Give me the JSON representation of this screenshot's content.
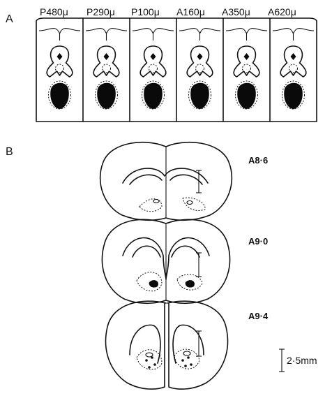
{
  "panel_a": {
    "label": "A",
    "sections": [
      {
        "label": "P480μ"
      },
      {
        "label": "P290μ"
      },
      {
        "label": "P100μ"
      },
      {
        "label": "A160μ"
      },
      {
        "label": "A350μ"
      },
      {
        "label": "A620μ"
      }
    ]
  },
  "panel_b": {
    "label": "B",
    "sections": [
      {
        "label": "A8·6"
      },
      {
        "label": "A9·0"
      },
      {
        "label": "A9·4"
      }
    ]
  },
  "scale_bar": {
    "label": "2·5mm"
  },
  "colors": {
    "ink": "#111111",
    "background": "#ffffff"
  }
}
